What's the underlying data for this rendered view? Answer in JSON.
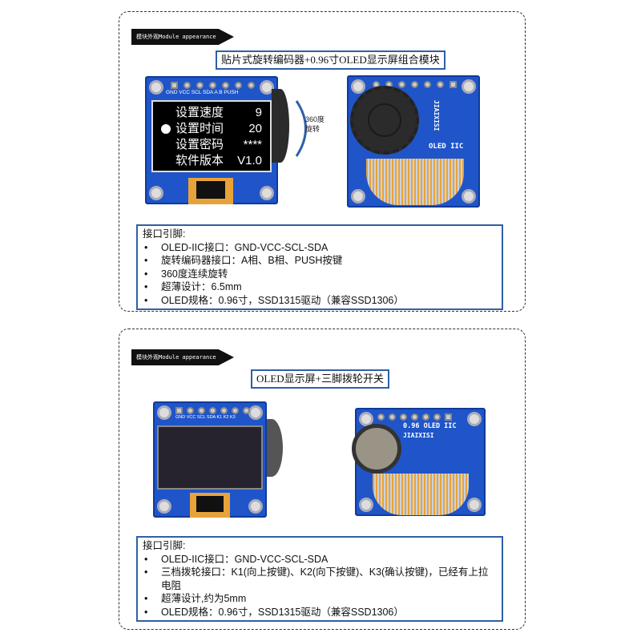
{
  "section1": {
    "banner": "模块外观Module appearance",
    "title": "贴片式旋转编码器+0.96寸OLED显示屏组合模块",
    "pin_labels": "GND VCC SCL SDA  A  B PUSH",
    "oled_menu": [
      {
        "label": "设置速度",
        "value": "9"
      },
      {
        "label": "设置时间",
        "value": "20",
        "selected": true
      },
      {
        "label": "设置密码",
        "value": "****"
      },
      {
        "label": "软件版本",
        "value": "V1.0"
      }
    ],
    "rotation_label": "360度旋转",
    "back_pcb_text": "OLED IIC",
    "back_pcb_brand": "JIAIXISI",
    "info_heading": "接口引脚:",
    "info_items": [
      "OLED-IIC接口：GND-VCC-SCL-SDA",
      "旋转编码器接口：A相、B相、PUSH按键",
      "360度连续旋转",
      "超薄设计：6.5mm",
      "OLED规格：0.96寸，SSD1315驱动（兼容SSD1306）"
    ]
  },
  "section2": {
    "banner": "模块外观Module appearance",
    "title": "OLED显示屏+三脚拨轮开关",
    "pin_labels": "GND VCC SCL SDA K1 K2 K3",
    "back_pcb_text": "0.96 OLED IIC",
    "back_pcb_brand": "JIAIXISI",
    "info_heading": "接口引脚:",
    "info_items": [
      "OLED-IIC接口：GND-VCC-SCL-SDA",
      "三档拨轮接口：K1(向上按键)、K2(向下按键)、K3(确认按键)，已经有上拉电阻",
      "超薄设计,约为5mm",
      "OLED规格：0.96寸，SSD1315驱动（兼容SSD1306）"
    ]
  },
  "colors": {
    "pcb": "#1f55c9",
    "box_border": "#2f5fa8",
    "flex": "#e8a23a"
  }
}
